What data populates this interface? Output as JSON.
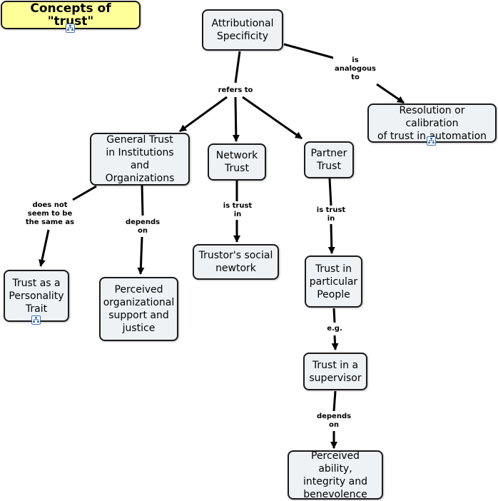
{
  "title": "Concepts of \"trust\"",
  "colors": {
    "node_fill": "#eef2f5",
    "title_fill": "#ffff99",
    "border": "#1a1a1a",
    "icon": "#3a6fb0"
  },
  "nodes": {
    "attributional": "Attributional\nSpecificity",
    "general_trust": "General Trust\nin Institutions\nand Organizations",
    "network_trust": "Network\nTrust",
    "partner_trust": "Partner\nTrust",
    "resolution": "Resolution or calibration\nof trust in automation",
    "personality": "Trust as a\nPersonality\nTrait",
    "perceived_support": "Perceived\norganizational\nsupport and\njustice",
    "trustor_network": "Trustor's social\nnewtork",
    "particular_people": "Trust in\nparticular\nPeople",
    "supervisor": "Trust in a\nsupervisor",
    "ability": "Perceived ability,\nintegrity and\nbenevolence"
  },
  "links": {
    "refers_to": "refers to",
    "is_analogous_to": "is\nanalogous\nto",
    "not_same_as": "does not\nseem to be\nthe same as",
    "depends_on_1": "depends\non",
    "is_trust_in_1": "is trust\nin",
    "is_trust_in_2": "is trust\nin",
    "eg": "e.g.",
    "depends_on_2": "depends\non"
  },
  "icons": [
    "cmap-resource-icon",
    "cmap-resource-icon",
    "cmap-resource-icon"
  ]
}
